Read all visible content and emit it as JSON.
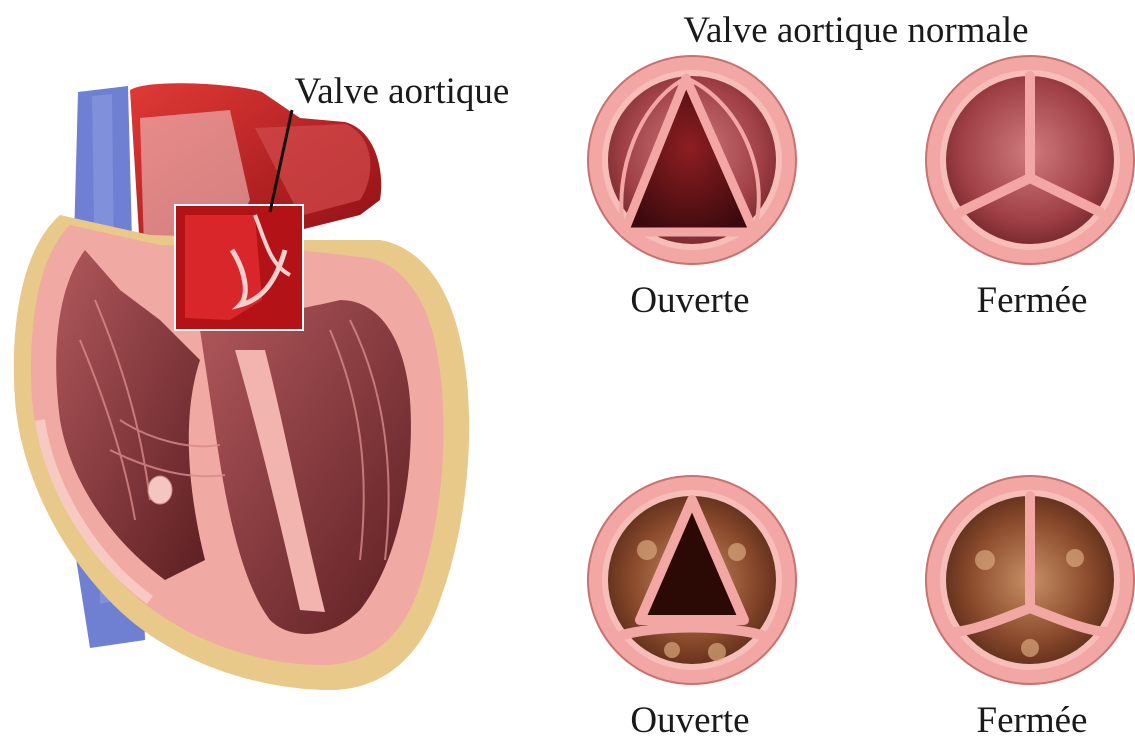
{
  "labels": {
    "normal_valve_title": "Valve aortique normale",
    "heart_pointer": "Valve aortique",
    "top_open": "Ouverte",
    "top_closed": "Fermée",
    "bottom_open": "Ouverte",
    "bottom_closed": "Fermée"
  },
  "colors": {
    "myocardium": "#f0a9a3",
    "chamber_dark": "#7c2a2e",
    "aorta_red": "#c4161c",
    "vena_cava_blue": "#6f7fd1",
    "fat_yellow": "#e9c98a",
    "valve_ring": "#f2a7a4",
    "valve_leaflet": "#a6454a",
    "calcified_tissue": "#8a4a2c"
  }
}
